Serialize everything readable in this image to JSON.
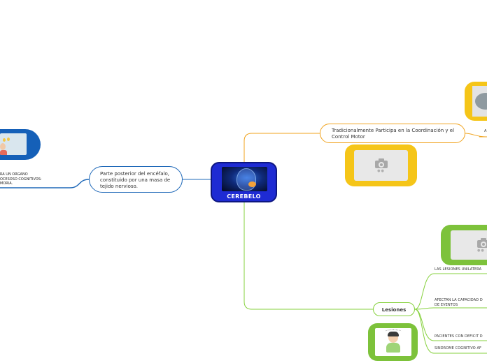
{
  "central": {
    "title": "CEREBELO",
    "image_icon": "brain-xray-image"
  },
  "left_node": {
    "text": "Parte posterior del encéfalo, constituido por una masa de tejido nervioso."
  },
  "left_leaf": {
    "lines": [
      "RA UN ORGANO",
      "OCESOSO COGNITIVOS:",
      "MORIA."
    ]
  },
  "top_node": {
    "text": "Tradicionalmente Participa en la Coordinación y el Control Motor"
  },
  "top_right_fragment": "A",
  "lesiones": {
    "label": "Lesiones",
    "leaves": [
      {
        "lines": [
          "LAS  LESIONES UNILATERA"
        ]
      },
      {
        "lines": [
          "AFECTAN LA CAPACIDAD D",
          "DE EVENTOS"
        ]
      },
      {
        "lines": [
          "PACIENTES CON DEFICIT D"
        ]
      },
      {
        "lines": [
          "SINDROME COGNITIVO AF"
        ]
      }
    ]
  },
  "image_placeholder": {
    "icon": "camera-icon",
    "dots": "●●"
  },
  "colors": {
    "central_fill": "#1e2bd3",
    "left_branch": "#1e68b8",
    "top_branch": "#f0a31e",
    "lesiones_branch": "#86d13d",
    "yellow_box": "#f5c518",
    "green_box": "#7dc23b",
    "blue_box": "#1560b8"
  }
}
